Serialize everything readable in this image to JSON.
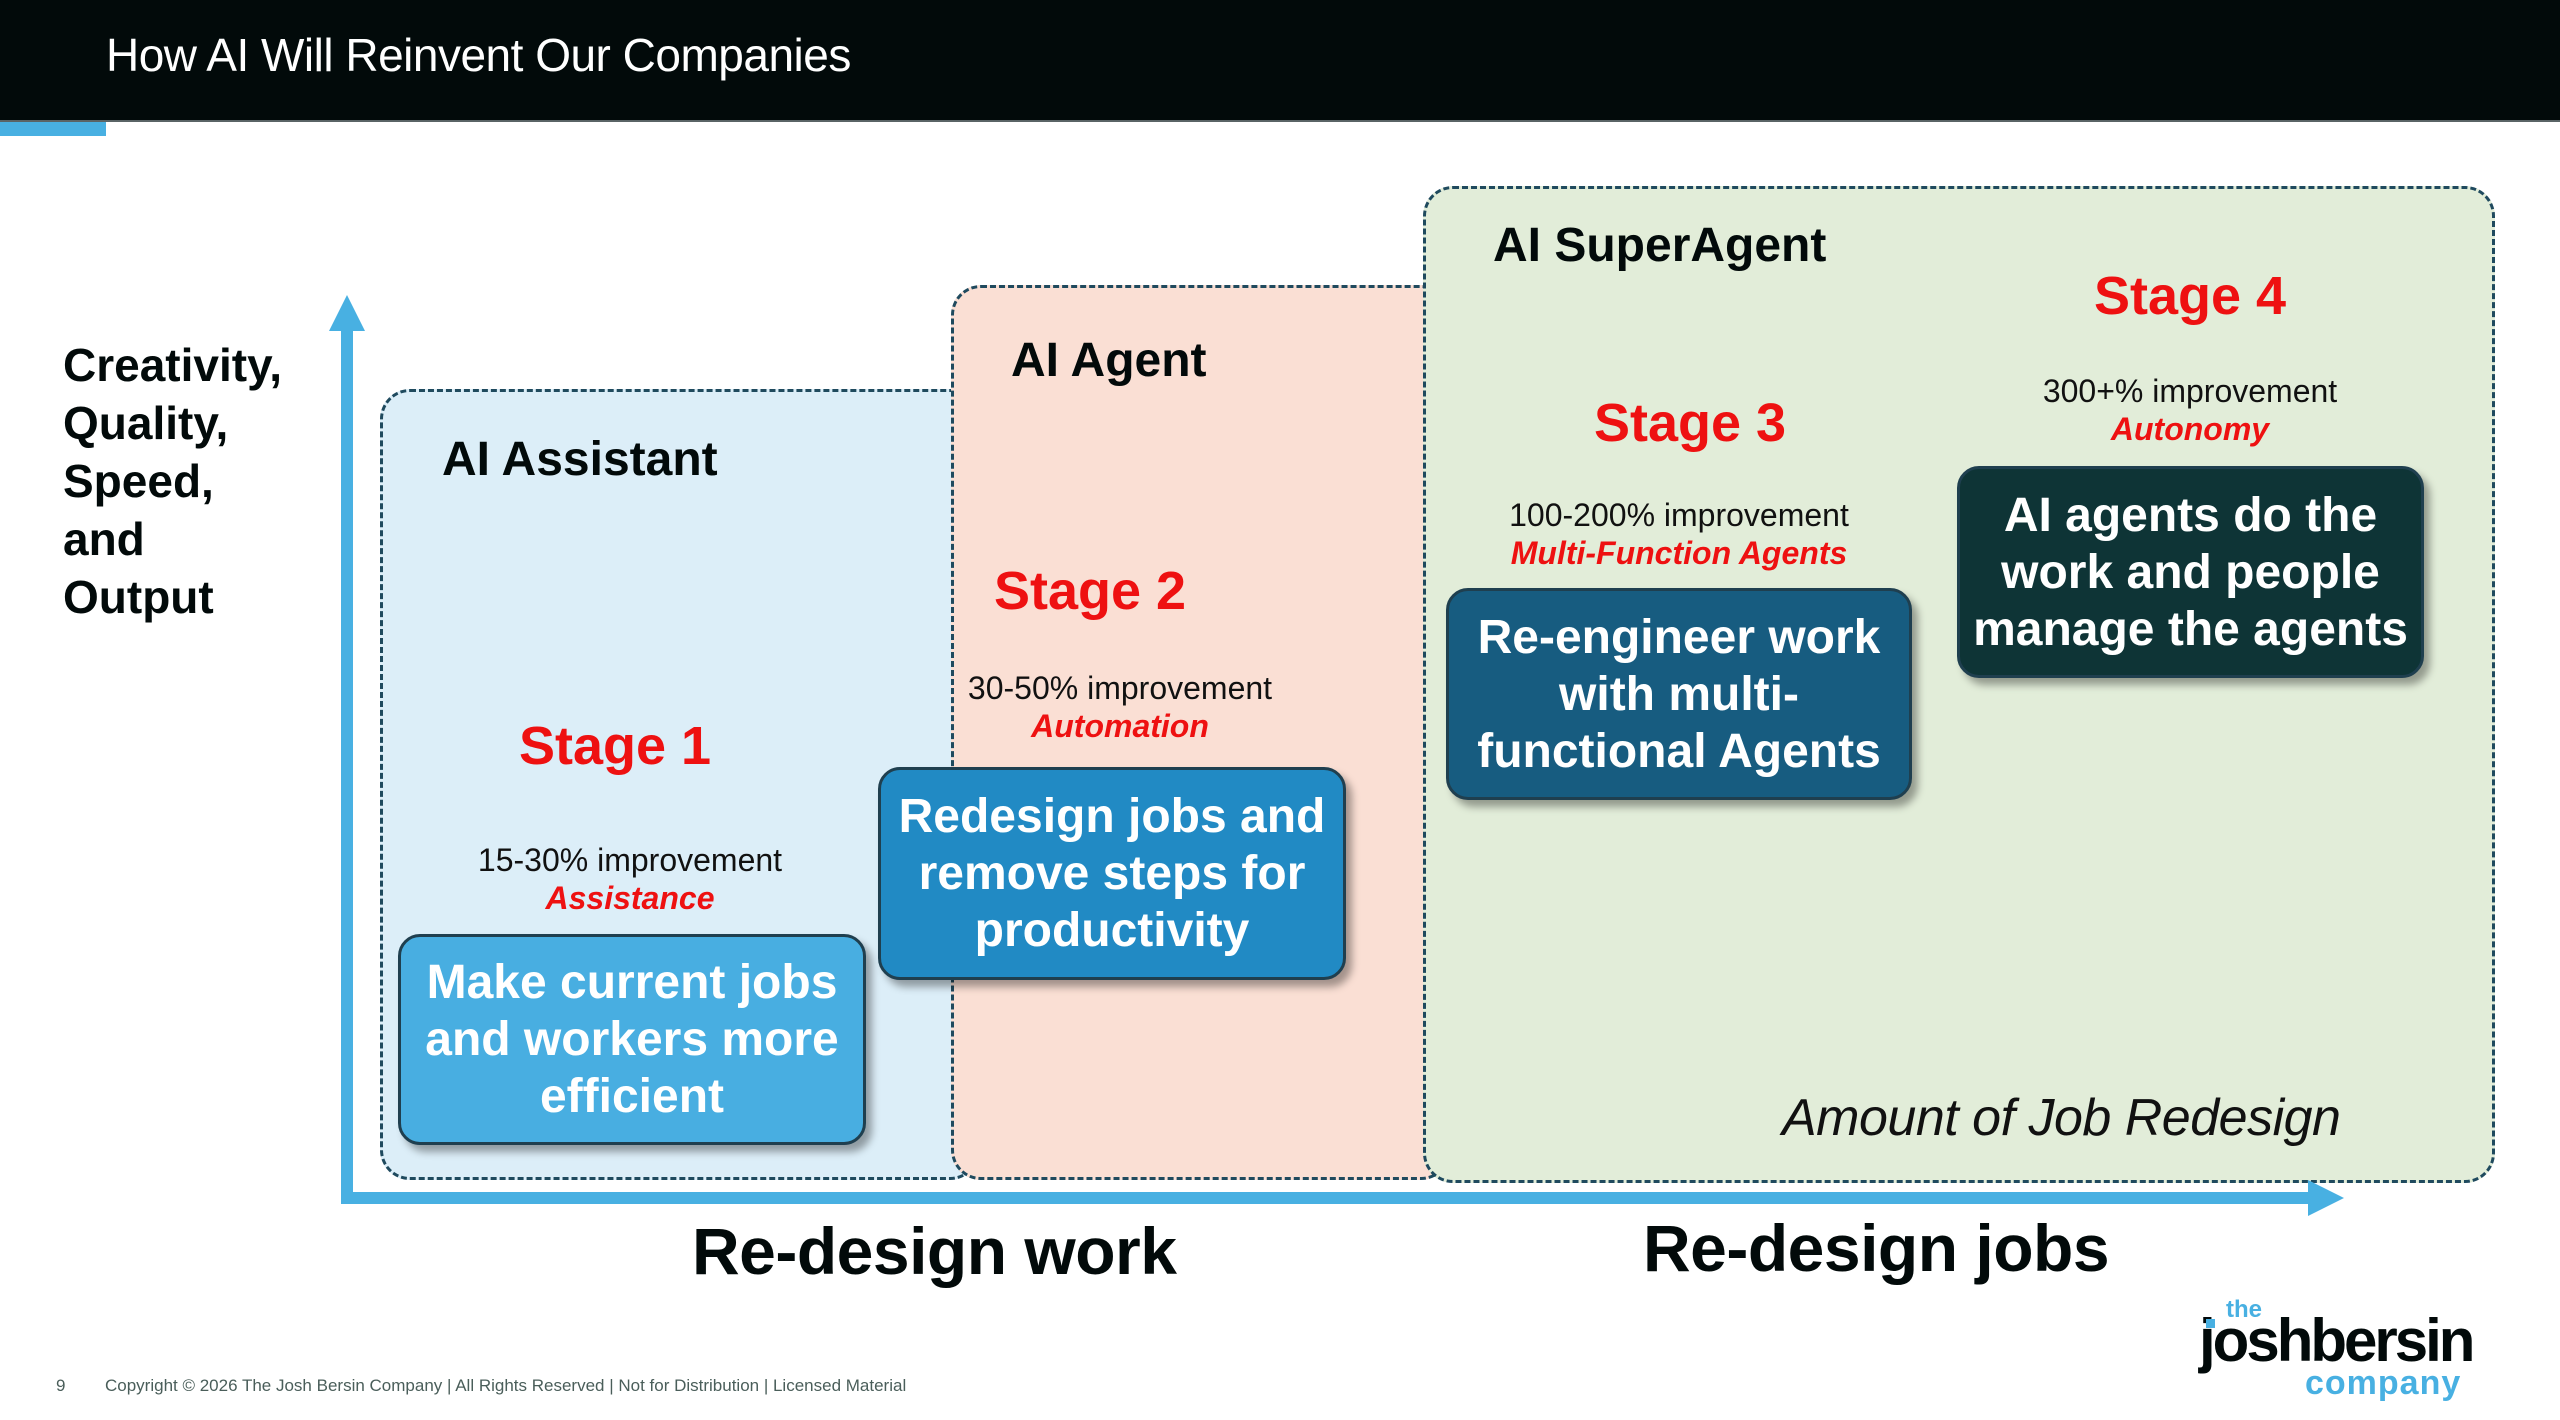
{
  "header": {
    "title": "How AI Will Reinvent Our Companies"
  },
  "y_axis": {
    "label_lines": [
      "Creativity,",
      "Quality,",
      "Speed,",
      "and",
      "Output"
    ],
    "arrow_icon": "arrow-up-icon"
  },
  "x_axis": {
    "label_left": "Re-design work",
    "label_right": "Re-design jobs",
    "annotation": "Amount of Job Redesign",
    "arrow_icon": "arrow-right-icon"
  },
  "zones": [
    {
      "title": "AI Assistant",
      "color": "#DCEEF8"
    },
    {
      "title": "AI Agent",
      "color": "#FADFD4"
    },
    {
      "title": "AI SuperAgent",
      "color": "#E2EDD9"
    }
  ],
  "stages": [
    {
      "label": "Stage 1",
      "improvement": "15-30% improvement",
      "mode": "Assistance",
      "card_lines": [
        "Make current jobs",
        "and workers more",
        "efficient"
      ],
      "card_color": "#48AEE1"
    },
    {
      "label": "Stage 2",
      "improvement": "30-50% improvement",
      "mode": "Automation",
      "card_lines": [
        "Redesign jobs and",
        "remove steps for",
        "productivity"
      ],
      "card_color": "#218AC4"
    },
    {
      "label": "Stage 3",
      "improvement": "100-200% improvement",
      "mode": "Multi-Function Agents",
      "card_lines": [
        "Re-engineer work",
        "with multi-",
        "functional Agents"
      ],
      "card_color": "#175C80"
    },
    {
      "label": "Stage 4",
      "improvement": "300+% improvement",
      "mode": "Autonomy",
      "card_lines": [
        "AI agents do the",
        "work and people",
        "manage the agents"
      ],
      "card_color": "#0E3436"
    }
  ],
  "colors": {
    "accent": "#48B0E2",
    "stage_red": "#EE1111",
    "header_bg": "#020A0A",
    "zone_border": "#1F4A5E"
  },
  "footer": {
    "page_number": "9",
    "copyright": "Copyright © 2026 The Josh Bersin Company | All Rights Reserved | Not for Distribution  | Licensed Material"
  },
  "logo": {
    "the": "the",
    "main": "joshbersin",
    "company": "company"
  }
}
